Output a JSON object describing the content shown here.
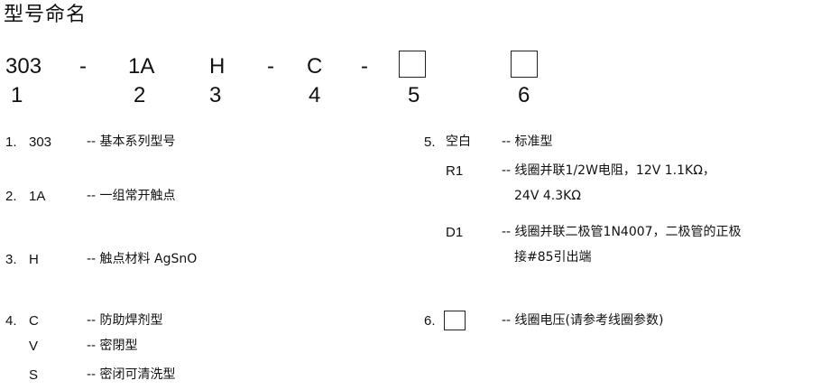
{
  "title": "型号命名",
  "model_code": {
    "part1": "303",
    "sep1": "-",
    "part2": "1A",
    "part3": "H",
    "sep2": "-",
    "part4": "C",
    "sep3": "-",
    "positions": [
      "1",
      "2",
      "3",
      "4",
      "5",
      "6"
    ]
  },
  "items": {
    "i1": {
      "num": "1.",
      "code": "303",
      "desc": "-- 基本系列型号"
    },
    "i2": {
      "num": "2.",
      "code": "1A",
      "desc": "-- 一组常开触点"
    },
    "i3": {
      "num": "3.",
      "code": "H",
      "desc": "-- 触点材料 AgSnO"
    },
    "i4": {
      "num": "4.",
      "code": "C",
      "desc": "-- 防助焊剂型",
      "v_code": "V",
      "v_desc": "-- 密閉型",
      "s_code": "S",
      "s_desc": "-- 密闭可清洗型"
    },
    "i5": {
      "num": "5.",
      "code": "空白",
      "desc": "-- 标准型",
      "r1_code": "R1",
      "r1_desc": "-- 线圈并联1/2W电阻，12V 1.1KΩ，",
      "r1_desc2": "24V 4.3KΩ",
      "d1_code": "D1",
      "d1_desc": "-- 线圈并联二极管1N4007，二极管的正极",
      "d1_desc2": "接#85引出端"
    },
    "i6": {
      "num": "6.",
      "desc": "-- 线圈电压(请参考线圈参数)"
    }
  }
}
